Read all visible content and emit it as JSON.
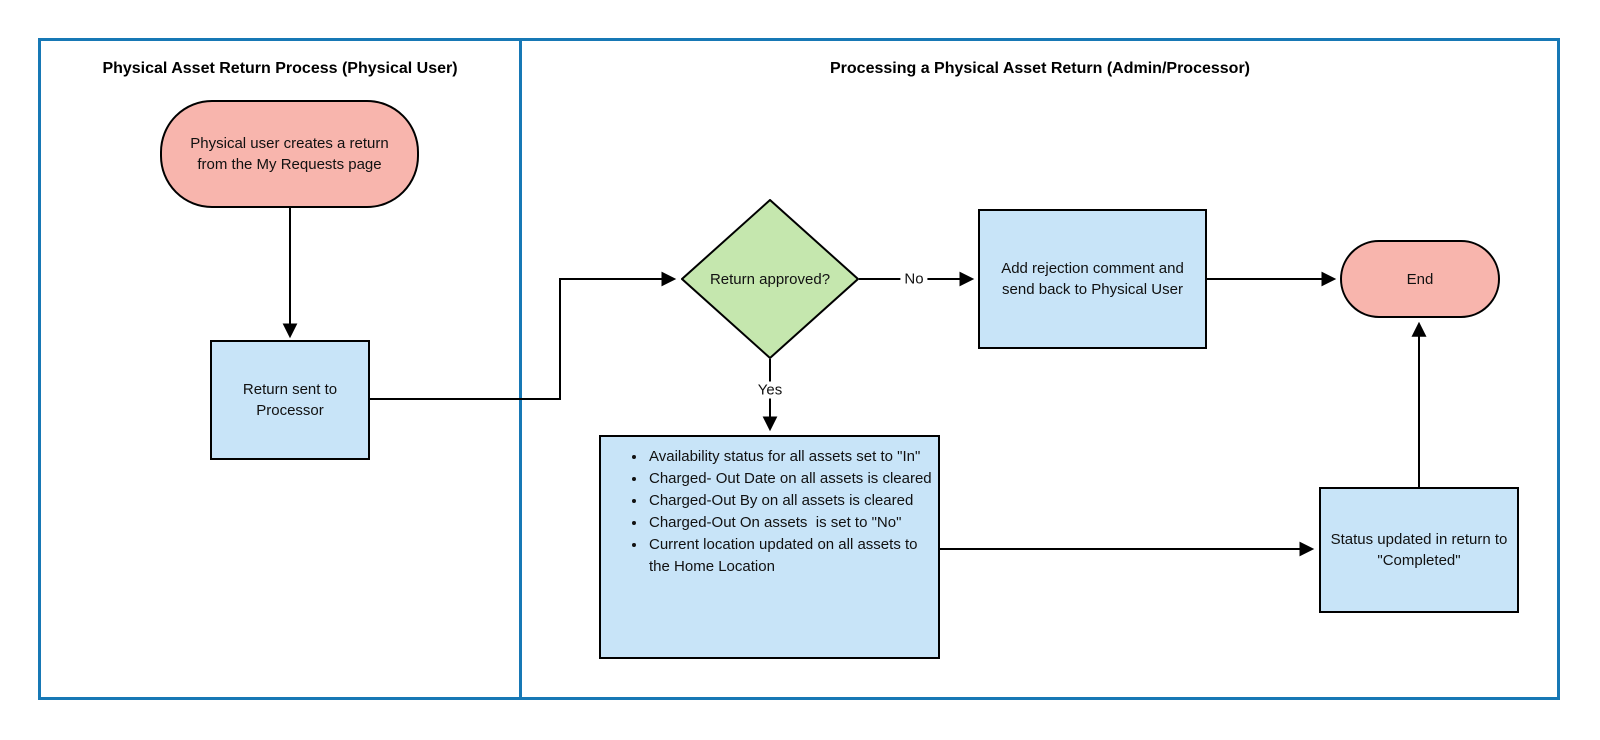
{
  "diagram": {
    "lanes": [
      {
        "title": "Physical Asset Return Process (Physical User)"
      },
      {
        "title": "Processing a Physical Asset Return (Admin/Processor)"
      }
    ],
    "nodes": {
      "start": {
        "type": "terminator",
        "label": "Physical user creates a return from the My Requests page"
      },
      "return_sent": {
        "type": "process",
        "label": "Return sent to Processor"
      },
      "decision": {
        "type": "decision",
        "label": "Return approved?"
      },
      "reject": {
        "type": "process",
        "label": "Add rejection comment and send back to Physical User"
      },
      "end": {
        "type": "terminator",
        "label": "End"
      },
      "checklist": {
        "type": "process",
        "items": [
          "Availability status for all assets set to \"In\"",
          "Charged- Out Date on all assets is cleared",
          "Charged-Out By on all assets is cleared",
          "Charged-Out On assets  is set to \"No\"",
          "Current location updated on all assets to the Home Location"
        ]
      },
      "status_updated": {
        "type": "process",
        "label": "Status updated in return to \"Completed\""
      }
    },
    "edges": {
      "no_label": "No",
      "yes_label": "Yes"
    },
    "colors": {
      "frame_border": "#1778b5",
      "terminator_fill": "#f8b5ad",
      "process_fill": "#c8e4f8",
      "decision_fill": "#c5e7ae",
      "shape_border": "#000000"
    }
  }
}
